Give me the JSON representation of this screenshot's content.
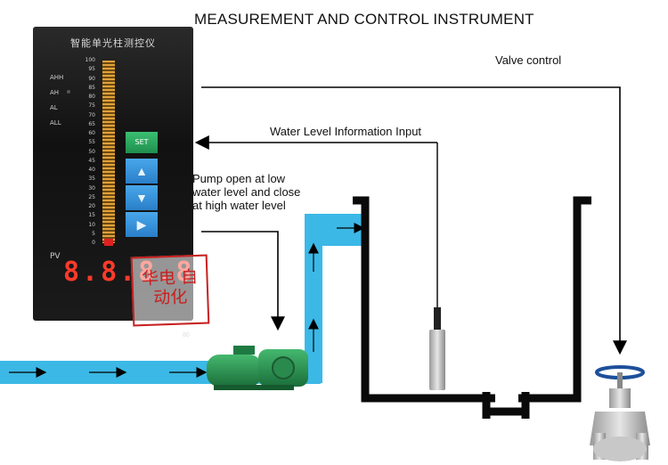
{
  "title": "MEASUREMENT AND CONTROL INSTRUMENT",
  "labels": {
    "valve_control": "Valve control",
    "level_input": "Water Level Information Input",
    "pump_note": "Pump open at low water level and close at high water level"
  },
  "instrument": {
    "panel_title": "智能单光柱测控仪",
    "alarms": [
      "AHH",
      "AH",
      "AL",
      "ALL"
    ],
    "scale_ticks": [
      "100",
      "95",
      "90",
      "85",
      "80",
      "75",
      "70",
      "65",
      "60",
      "55",
      "50",
      "45",
      "40",
      "35",
      "30",
      "25",
      "20",
      "15",
      "10",
      "5",
      "0"
    ],
    "set_key": "SET",
    "keys": [
      "up-arrow-icon",
      "down-arrow-icon",
      "right-arrow-icon"
    ],
    "pv_label": "PV",
    "pv_value": "8.8.8.8",
    "model_no": "80",
    "stamp": "华电 自动化"
  },
  "colors": {
    "water": "#3bb8e6",
    "pipe_wall": "#0a0a0a",
    "pump_green": "#2e9a55",
    "valve_wheel": "#1d4f9a",
    "display_red": "#ff3a2a",
    "stamp_red": "#c82020"
  },
  "icons": [
    "flow-arrow-icon",
    "pump-icon",
    "level-sensor-icon",
    "gate-valve-icon"
  ]
}
